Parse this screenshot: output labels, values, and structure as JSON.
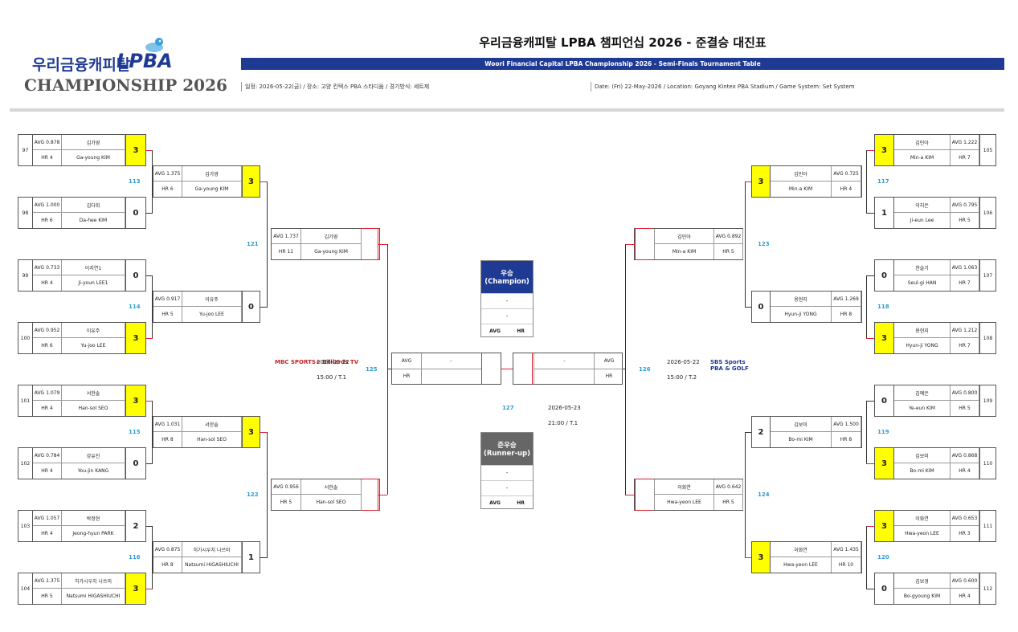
{
  "header": {
    "logo_kr": "우리금융캐피탈",
    "logo_lpba": "LPBA",
    "logo_champ": "CHAMPIONSHIP 2026",
    "title": "우리금융캐피탈 LPBA 챔피언십 2026 - 준결승 대진표",
    "subtitle": "Woori Financial Capital LPBA Championship 2026 - Semi-Finals Tournament Table",
    "info_kr": "일정: 2026-05-22(금) / 장소: 고양 킨텍스 PBA 스타디움 / 경기방식: 세트제",
    "info_en": "Date: (Fri) 22-May-2026 / Location: Goyang Kintex PBA Stadium / Game System: Set System"
  },
  "left_r1": [
    {
      "seed": "97",
      "avg": "AVG 0.878",
      "kr": "김가영",
      "hr": "HR 4",
      "en": "Ga-young KIM",
      "score": "3",
      "win": true
    },
    {
      "seed": "98",
      "avg": "AVG 1.000",
      "kr": "김다희",
      "hr": "HR 6",
      "en": "Da-hee KIM",
      "score": "0",
      "win": false
    },
    {
      "seed": "99",
      "avg": "AVG 0.733",
      "kr": "이지연1",
      "hr": "HR 4",
      "en": "Ji-youn LEE1",
      "score": "0",
      "win": false
    },
    {
      "seed": "100",
      "avg": "AVG 0.952",
      "kr": "이유주",
      "hr": "HR 6",
      "en": "Yu-joo LEE",
      "score": "3",
      "win": true
    },
    {
      "seed": "101",
      "avg": "AVG 1.079",
      "kr": "서한솔",
      "hr": "HR 4",
      "en": "Han-sol SEO",
      "score": "3",
      "win": true
    },
    {
      "seed": "102",
      "avg": "AVG 0.784",
      "kr": "강유진",
      "hr": "HR 4",
      "en": "You-jin KANG",
      "score": "0",
      "win": false
    },
    {
      "seed": "103",
      "avg": "AVG 1.057",
      "kr": "박정현",
      "hr": "HR 4",
      "en": "Jeong-hyun PARK",
      "score": "2",
      "win": false
    },
    {
      "seed": "104",
      "avg": "AVG 1.375",
      "kr": "히가시우치 나쓰미",
      "hr": "HR 5",
      "en": "Natsumi HIGASHIUCHI",
      "score": "3",
      "win": true
    }
  ],
  "left_r2": [
    {
      "match": "113",
      "avg": "AVG 1.375",
      "kr": "김가영",
      "hr": "HR 6",
      "en": "Ga-young KIM",
      "score": "3",
      "win": true
    },
    {
      "match": "114",
      "avg": "AVG 0.917",
      "kr": "이유주",
      "hr": "HR 5",
      "en": "Yu-joo LEE",
      "score": "0",
      "win": false
    },
    {
      "match": "115",
      "avg": "AVG 1.031",
      "kr": "서한솔",
      "hr": "HR 8",
      "en": "Han-sol SEO",
      "score": "3",
      "win": true
    },
    {
      "match": "116",
      "avg": "AVG 0.875",
      "kr": "히가시우치 나쓰미",
      "hr": "HR 8",
      "en": "Natsumi HIGASHIUCHI",
      "score": "1",
      "win": false
    }
  ],
  "left_r3": [
    {
      "match": "121",
      "avg": "AVG 1.737",
      "kr": "김가영",
      "hr": "HR 11",
      "en": "Ga-young KIM"
    },
    {
      "match": "122",
      "avg": "AVG 0.956",
      "kr": "서한솔",
      "hr": "HR 5",
      "en": "Han-sol SEO"
    }
  ],
  "right_r1": [
    {
      "seed": "105",
      "avg": "AVG 1.222",
      "kr": "김민아",
      "hr": "HR 7",
      "en": "Min-a KIM",
      "score": "3",
      "win": true
    },
    {
      "seed": "106",
      "avg": "AVG 0.795",
      "kr": "이지은",
      "hr": "HR 5",
      "en": "Ji-eun Lee",
      "score": "1",
      "win": false
    },
    {
      "seed": "107",
      "avg": "AVG 1.063",
      "kr": "한슬기",
      "hr": "HR 7",
      "en": "Seul-gi HAN",
      "score": "0",
      "win": false
    },
    {
      "seed": "108",
      "avg": "AVG 1.212",
      "kr": "용현지",
      "hr": "HR 7",
      "en": "Hyun-ji YONG",
      "score": "3",
      "win": true
    },
    {
      "seed": "109",
      "avg": "AVG 0.800",
      "kr": "김예은",
      "hr": "HR 5",
      "en": "Ye-eun KIM",
      "score": "0",
      "win": false
    },
    {
      "seed": "110",
      "avg": "AVG 0.868",
      "kr": "김보미",
      "hr": "HR 4",
      "en": "Bo-mi KIM",
      "score": "3",
      "win": true
    },
    {
      "seed": "111",
      "avg": "AVG 0.653",
      "kr": "이화연",
      "hr": "HR 3",
      "en": "Hwa-yeon LEE",
      "score": "3",
      "win": true
    },
    {
      "seed": "112",
      "avg": "AVG 0.600",
      "kr": "김보경",
      "hr": "HR 4",
      "en": "Bo-gyoung KIM",
      "score": "0",
      "win": false
    }
  ],
  "right_r2": [
    {
      "match": "117",
      "avg": "AVG 0.725",
      "kr": "김민아",
      "hr": "HR 4",
      "en": "Min-a KIM",
      "score": "3",
      "win": true
    },
    {
      "match": "118",
      "avg": "AVG 1.269",
      "kr": "용현지",
      "hr": "HR 8",
      "en": "Hyun-ji YONG",
      "score": "0",
      "win": false
    },
    {
      "match": "119",
      "avg": "AVG 1.500",
      "kr": "김보미",
      "hr": "HR 8",
      "en": "Bo-mi KIM",
      "score": "2",
      "win": false
    },
    {
      "match": "120",
      "avg": "AVG 1.435",
      "kr": "이화연",
      "hr": "HR 10",
      "en": "Hwa-yeon LEE",
      "score": "3",
      "win": true
    }
  ],
  "right_r3": [
    {
      "match": "123",
      "avg": "AVG 0.892",
      "kr": "김민아",
      "hr": "HR 5",
      "en": "Min-a KIM"
    },
    {
      "match": "124",
      "avg": "AVG 0.642",
      "kr": "이화연",
      "hr": "HR 5",
      "en": "Hwa-yeon LEE"
    }
  ],
  "semis": {
    "left": {
      "match": "125",
      "date": "2026-05-22",
      "time": "15:00 / T.1",
      "broadcaster": "MBC SPORTS+ Billiards TV",
      "avg": "AVG",
      "hr": "HR",
      "name": "-"
    },
    "right": {
      "match": "126",
      "date": "2026-05-22",
      "time": "15:00 / T.2",
      "broadcaster": "SBS Sports PBA & GOLF",
      "avg": "AVG",
      "hr": "HR",
      "name": "-"
    }
  },
  "final": {
    "match": "127",
    "date": "2026-05-23",
    "time": "21:00 / T.1"
  },
  "champion": {
    "title": "우승",
    "title_en": "(Champion)",
    "name_kr": "-",
    "name_en": "-",
    "avg": "AVG",
    "hr": "HR",
    "color": "#1f3a93"
  },
  "runnerup": {
    "title": "준우승",
    "title_en": "(Runner-up)",
    "name_kr": "-",
    "name_en": "-",
    "avg": "AVG",
    "hr": "HR",
    "color": "#666666"
  },
  "colors": {
    "win": "#ffff00",
    "match_num": "#2e9bd6",
    "bracket_red": "#dd2233"
  }
}
